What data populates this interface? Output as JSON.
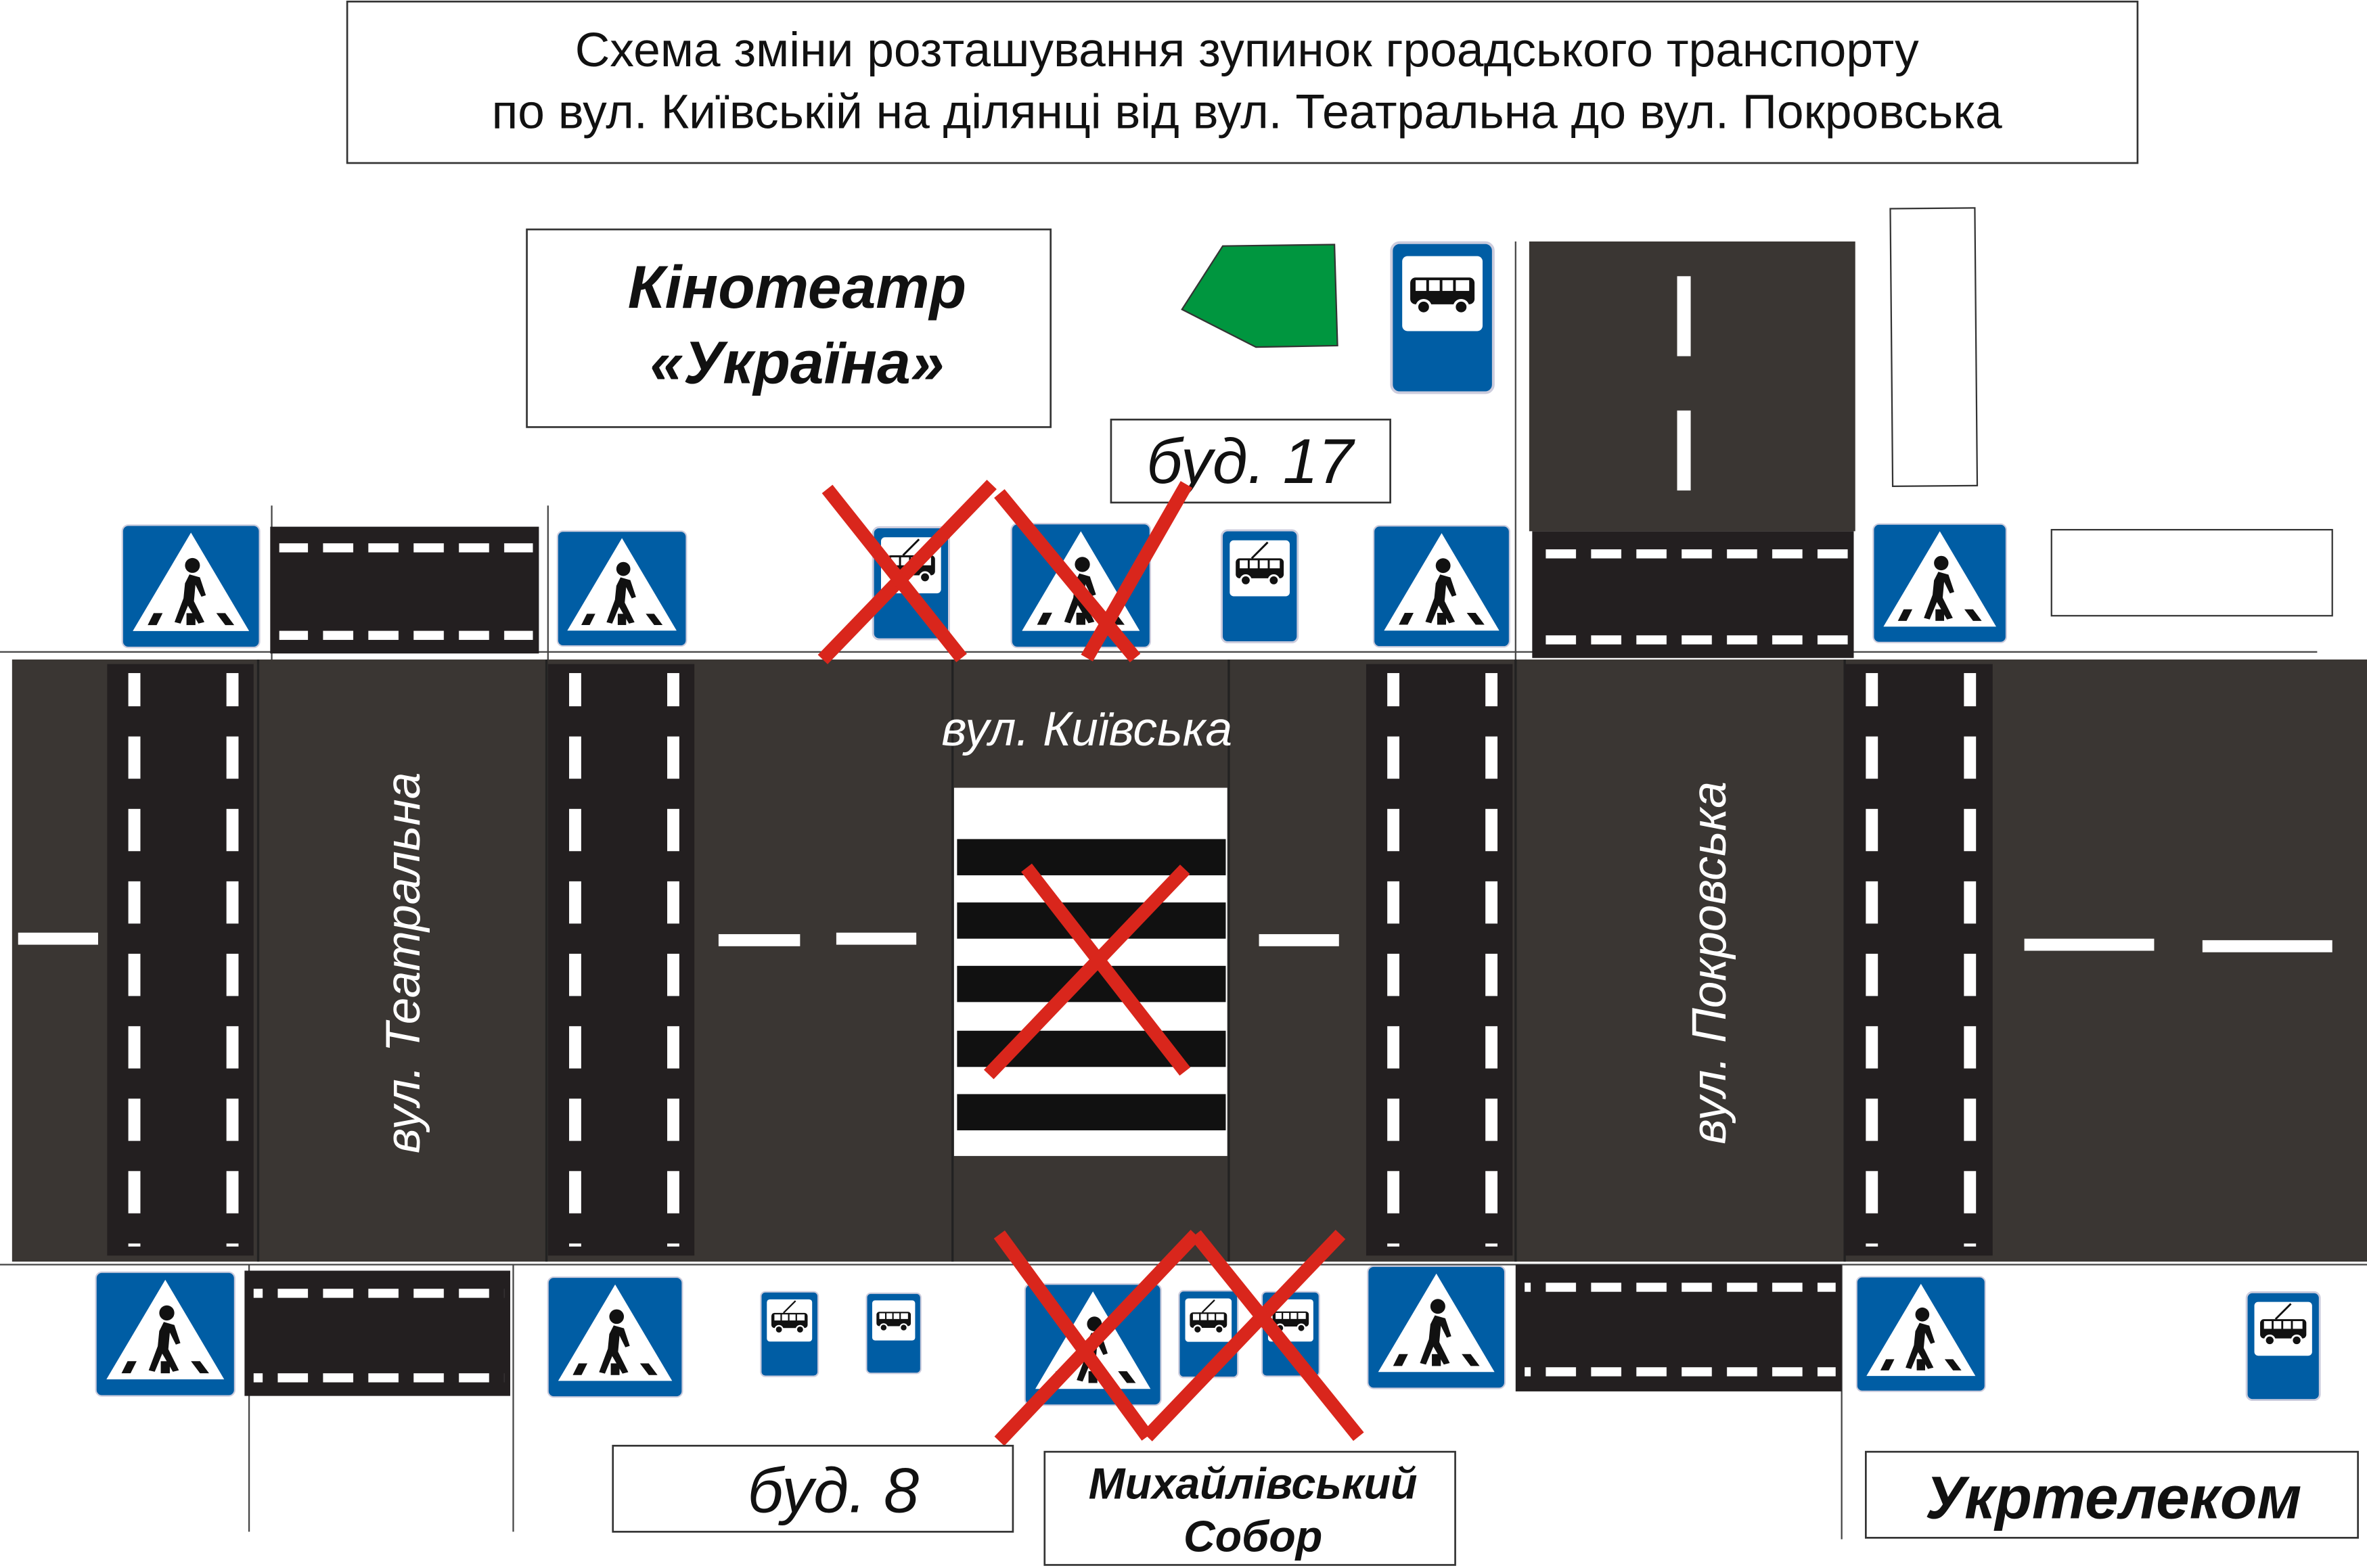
{
  "title": {
    "line1": "Схема зміни розташування зупинок гроадського транспорту",
    "line2": "по вул. Київській на ділянці від вул. Театральна до вул. Покровська"
  },
  "landmarks": {
    "cinema_line1": "Кінотеатр",
    "cinema_line2": "«Україна»",
    "building17": "буд. 17",
    "building8": "буд. 8",
    "cathedral_line1": "Михайлівський",
    "cathedral_line2": "Собор",
    "ukrtelecom": "Укртелеком"
  },
  "streets": {
    "main": "вул. Київська",
    "teatralna": "вул. Театральна",
    "pokrovska": "вул. Покровська"
  },
  "colors": {
    "sign_blue": "#005da4",
    "road": "#3a3633",
    "road_dark": "#231f20",
    "cross_red": "#d9261c",
    "green_area": "#00963f"
  }
}
